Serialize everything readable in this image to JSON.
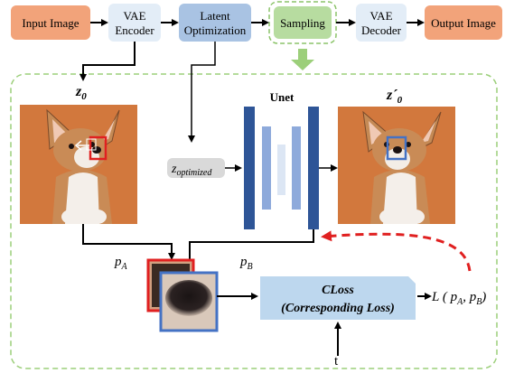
{
  "pipeline": {
    "input_label": "Input Image",
    "encoder_line1": "VAE",
    "encoder_line2": "Encoder",
    "latent_line1": "Latent",
    "latent_line2": "Optimization",
    "sampling_label": "Sampling",
    "decoder_line1": "VAE",
    "decoder_line2": "Decoder",
    "output_label": "Output Image"
  },
  "detail": {
    "z0_label": "z",
    "z0_sub": "0",
    "zprime_label": "z´",
    "zprime_sub": "0",
    "zopt_label": "z",
    "zopt_sub": "optimized",
    "unet_label": "Unet",
    "pa_label": "p",
    "pa_sub": "A",
    "pb_label": "p",
    "pb_sub": "B",
    "closs_line1": "CLoss",
    "closs_line2": "(Corresponding Loss)",
    "loss_prefix": "L ( p",
    "loss_sub_a": "A",
    "loss_mid": ", p",
    "loss_sub_b": "B",
    "loss_suffix": ")",
    "t_label": "t"
  },
  "colors": {
    "input_box": "#f2a37a",
    "encoder_box": "#e3edf7",
    "latent_box": "#a9c3e3",
    "sampling_box": "#b7dca0",
    "sampling_border": "#8cc46a",
    "output_box": "#f2a37a",
    "dashed_region": "#9ccf7a",
    "unet_dark": "#2e5597",
    "unet_mid": "#8eaadb",
    "unet_light": "#dce6f4",
    "closs_box": "#bdd7ee",
    "red_arrow": "#e02020",
    "highlight_red": "#e02020",
    "highlight_blue": "#4472c4",
    "zopt_box": "#d9d9d9",
    "photo_background": "#d2783d"
  }
}
